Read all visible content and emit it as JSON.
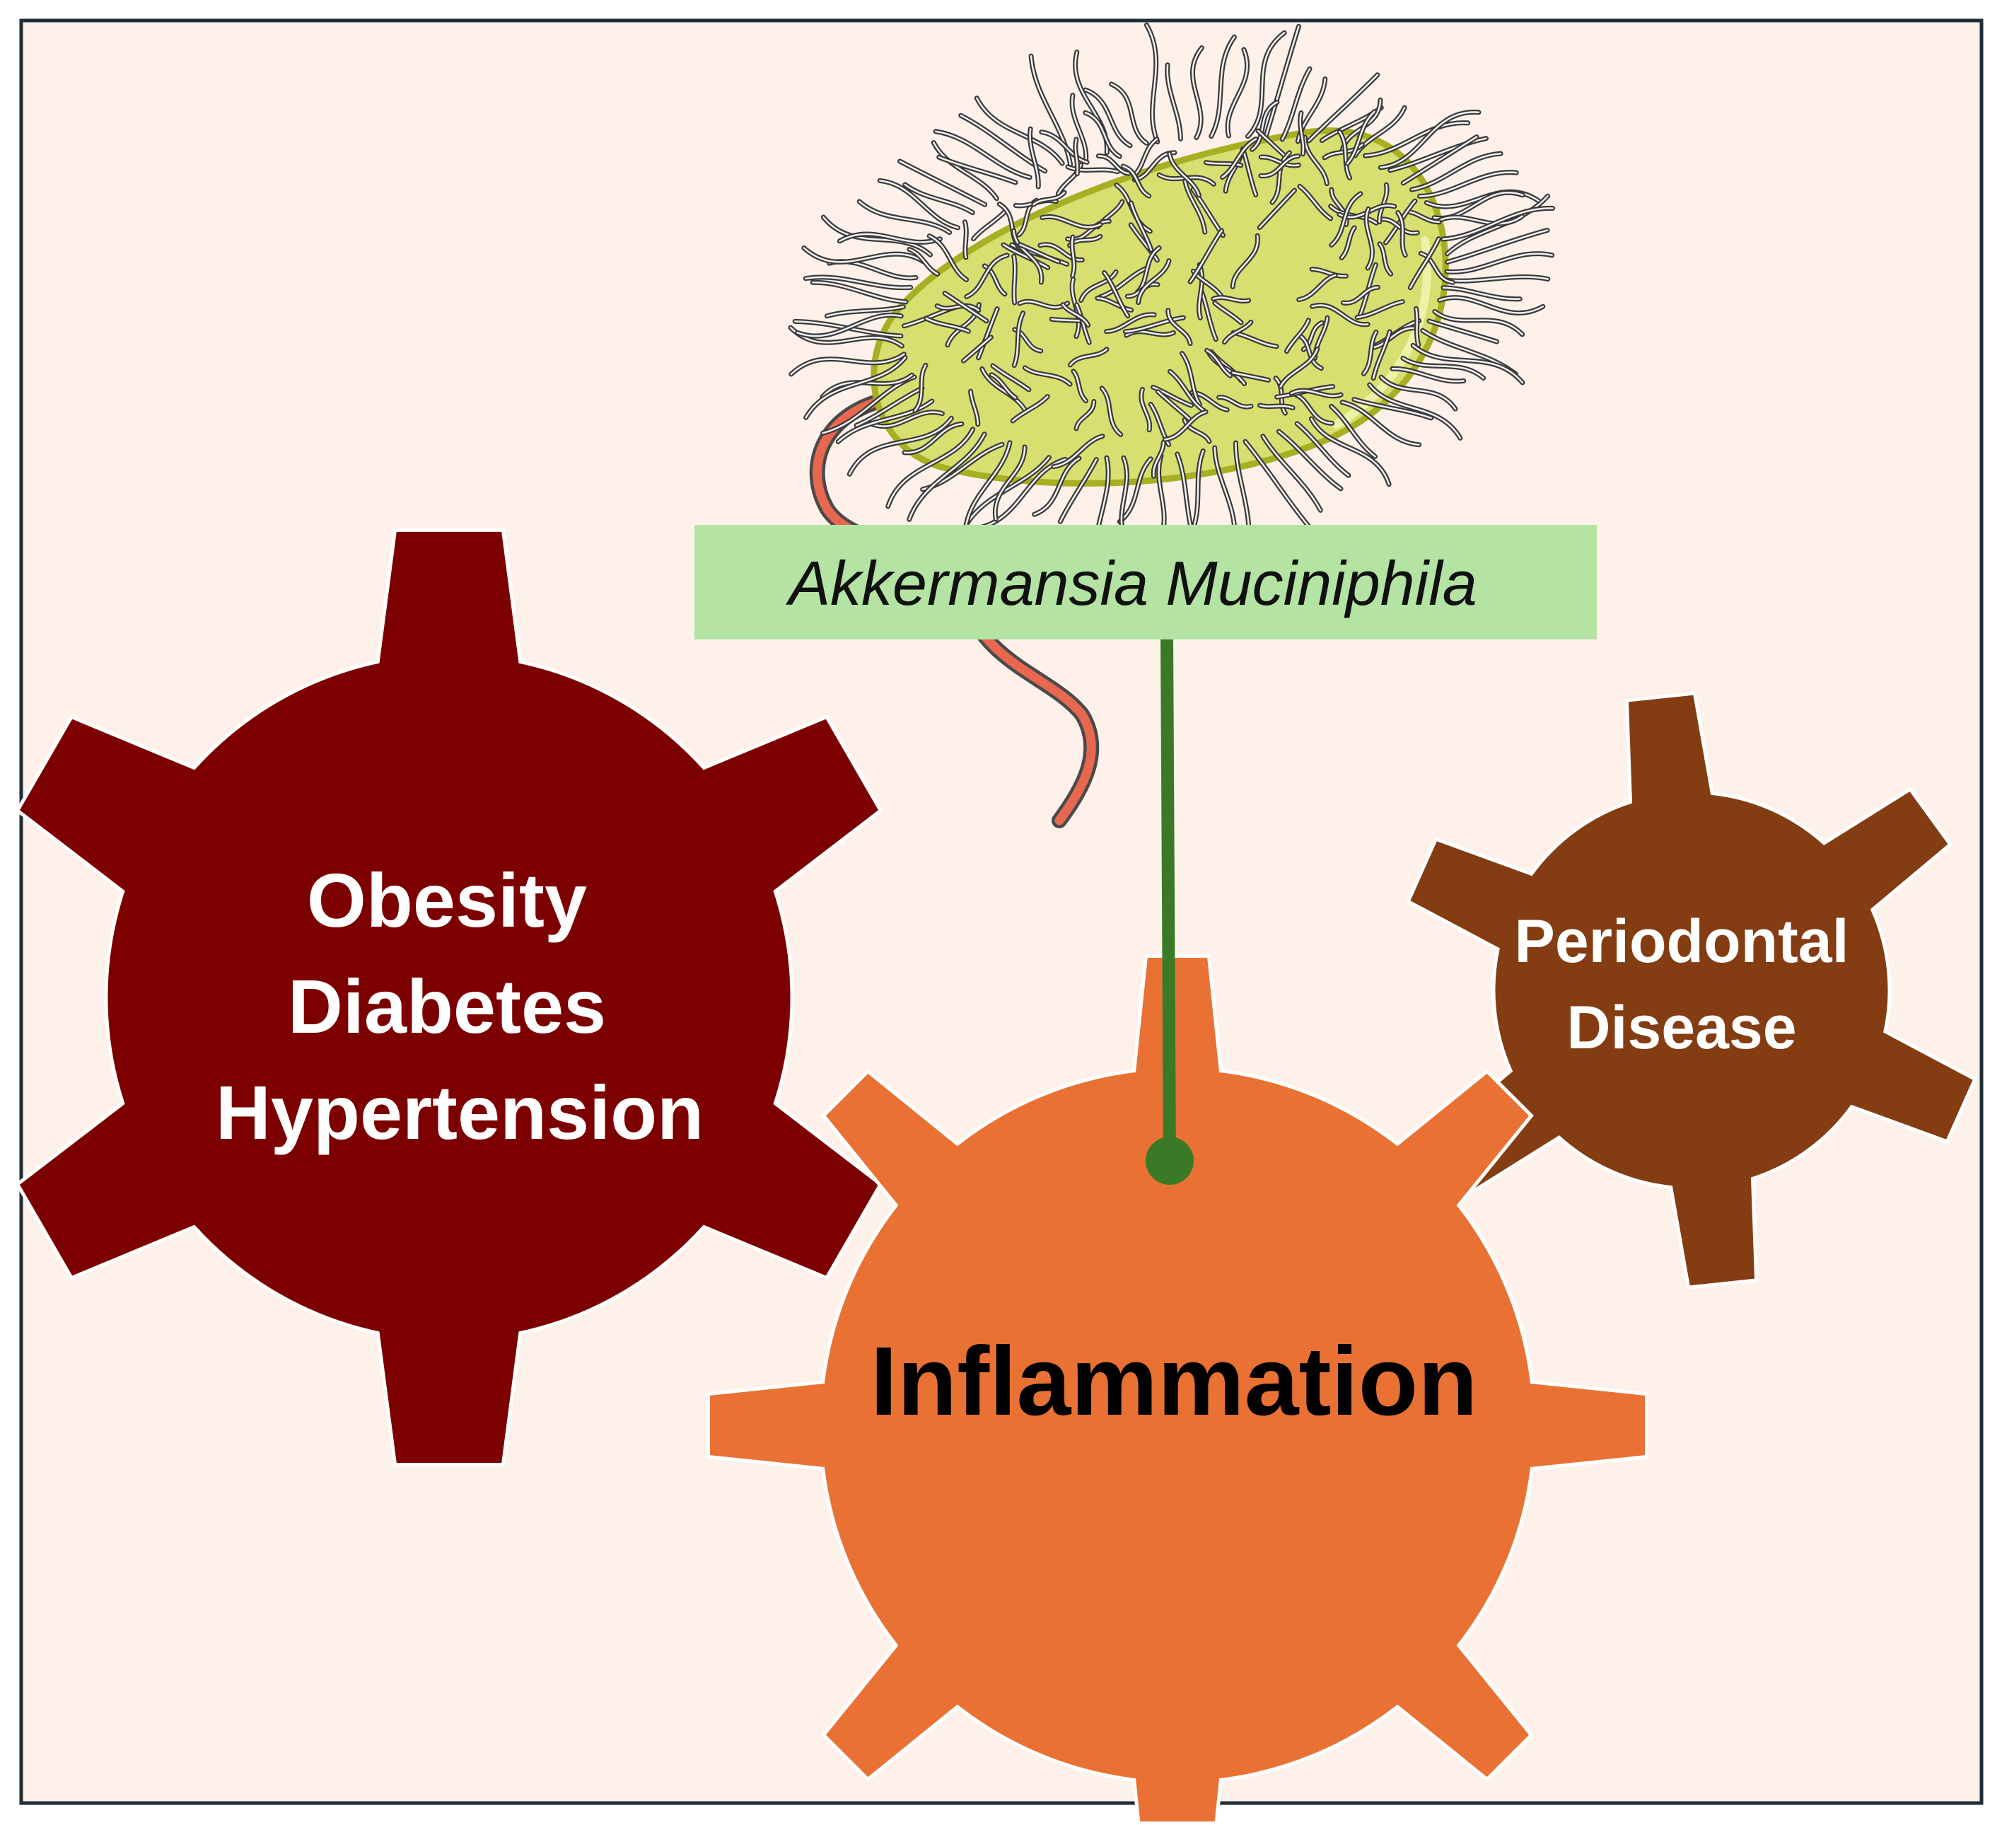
{
  "organism": {
    "label": "Akkermansia Muciniphila"
  },
  "gears": {
    "metabolic": {
      "lines": [
        "Obesity",
        "Diabetes",
        "Hypertension"
      ],
      "color": "#7d0000"
    },
    "inflammation": {
      "label": "Inflammation",
      "color": "#e97133"
    },
    "periodontal": {
      "lines": [
        "Periodontal",
        "Disease"
      ],
      "color": "#843c12"
    }
  },
  "colors": {
    "background": "#fdf1ea",
    "frame": "#1f2d36",
    "label_box": "#b4e3a3",
    "connector": "#3a7a26",
    "bacterium_body": "#d6df6f",
    "bacterium_outline": "#a7b022",
    "flagellum": "#e8684f"
  }
}
